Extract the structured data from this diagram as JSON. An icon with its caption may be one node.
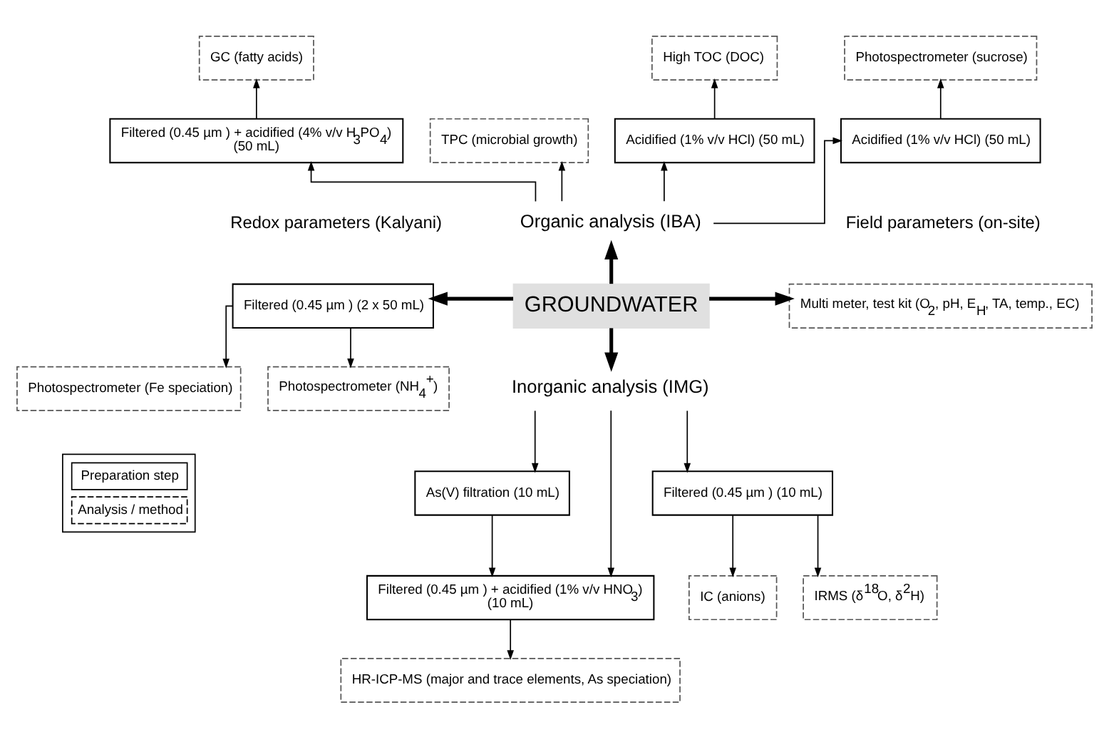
{
  "diagram": {
    "nodes": [
      {
        "text": [
          "GROUNDWATER"
        ]
      },
      {
        "text": [
          "Organic analysis (IBA)"
        ]
      },
      {
        "text": [
          "Filtered (0.45 µm ) + acidified (4% v/v H$_{3}$PO$_{4}$)",
          "(50 mL)"
        ]
      },
      {
        "text": [
          "GC (fatty acids)"
        ]
      },
      {
        "text": [
          "TPC (microbial growth)"
        ]
      },
      {
        "text": [
          "Acidified (1% v/v HCl) (50 mL)"
        ]
      },
      {
        "text": [
          "High TOC (DOC)"
        ]
      },
      {
        "text": [
          "Acidified (1% v/v HCl) (50 mL)"
        ]
      },
      {
        "text": [
          "Photospectrometer (sucrose)"
        ]
      },
      {
        "text": [
          "Filtered (0.45 µm ) (2 x 50 mL)"
        ]
      },
      {
        "text": [
          "Photospectrometer (Fe speciation)"
        ]
      },
      {
        "text": [
          "Photospectrometer (NH$_{4}$$^{+}$)"
        ]
      },
      {
        "text": [
          "Multi meter, test kit (O$_{2}$, pH, E$_{H}$, TA, temp., EC)"
        ]
      },
      {
        "text": [
          "Inorganic analysis (IMG)"
        ]
      },
      {
        "text": [
          "Filtered (0.45 µm ) + acidified (1% v/v HNO$_{3}$)",
          "(10 mL)"
        ]
      },
      {
        "text": [
          "As(V) filtration (10 mL)"
        ]
      },
      {
        "text": [
          "Filtered (0.45 µm ) (10 mL)"
        ]
      },
      {
        "text": [
          "HR-ICP-MS (major and trace elements, As speciation)"
        ]
      },
      {
        "text": [
          "IC (anions)"
        ]
      },
      {
        "text": [
          "IRMS (δ$^{18}$O, δ$^{2}$H)"
        ]
      }
    ],
    "edges": [
      {
        "from": 0,
        "to": 1,
        "arrow": "to",
        "style": "thick"
      },
      {
        "from": 0,
        "to": 9,
        "arrow": "to",
        "style": "thick"
      },
      {
        "from": 0,
        "to": 12,
        "arrow": "to",
        "style": "thick"
      },
      {
        "from": 0,
        "to": 13,
        "arrow": "to",
        "style": "thick"
      },
      {
        "from": 1,
        "to": 2,
        "arrow": "to"
      },
      {
        "from": 1,
        "to": 4,
        "arrow": "to"
      },
      {
        "from": 1,
        "to": 5,
        "arrow": "to"
      },
      {
        "from": 1,
        "to": 7,
        "arrow": "to"
      },
      {
        "from": 2,
        "to": 3,
        "arrow": "to"
      },
      {
        "from": 5,
        "to": 6,
        "arrow": "to"
      },
      {
        "from": 7,
        "to": 8,
        "arrow": "to"
      },
      {
        "from": 9,
        "to": 10,
        "arrow": "to"
      },
      {
        "from": 9,
        "to": 11,
        "arrow": "to"
      },
      {
        "from": 13,
        "to": 14,
        "arrow": "to"
      },
      {
        "from": 13,
        "to": 15,
        "arrow": "to"
      },
      {
        "from": 13,
        "to": 16,
        "arrow": "to"
      },
      {
        "from": 15,
        "to": 14,
        "arrow": "to"
      },
      {
        "from": 14,
        "to": 17,
        "arrow": "to"
      },
      {
        "from": 16,
        "to": 18,
        "arrow": "to"
      },
      {
        "from": 16,
        "to": 19,
        "arrow": "to"
      }
    ],
    "labels": [
      "Redox parameters (Kalyani)",
      "Field parameters (on-site)"
    ],
    "legend": [
      {
        "text": "Preparation step"
      },
      {
        "text": "Analysis / method"
      }
    ]
  }
}
